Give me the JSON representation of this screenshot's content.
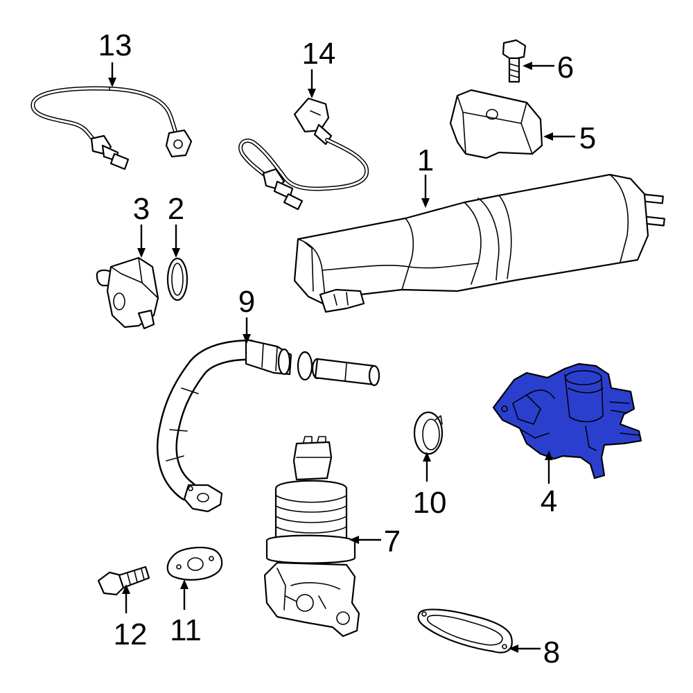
{
  "colors": {
    "line": "#000000",
    "background": "#ffffff",
    "highlight": "#2b3fcf"
  },
  "highlighted_part": "4",
  "callouts": {
    "c1": "1",
    "c2": "2",
    "c3": "3",
    "c4": "4",
    "c5": "5",
    "c6": "6",
    "c7": "7",
    "c8": "8",
    "c9": "9",
    "c10": "10",
    "c11": "11",
    "c12": "12",
    "c13": "13",
    "c14": "14"
  }
}
